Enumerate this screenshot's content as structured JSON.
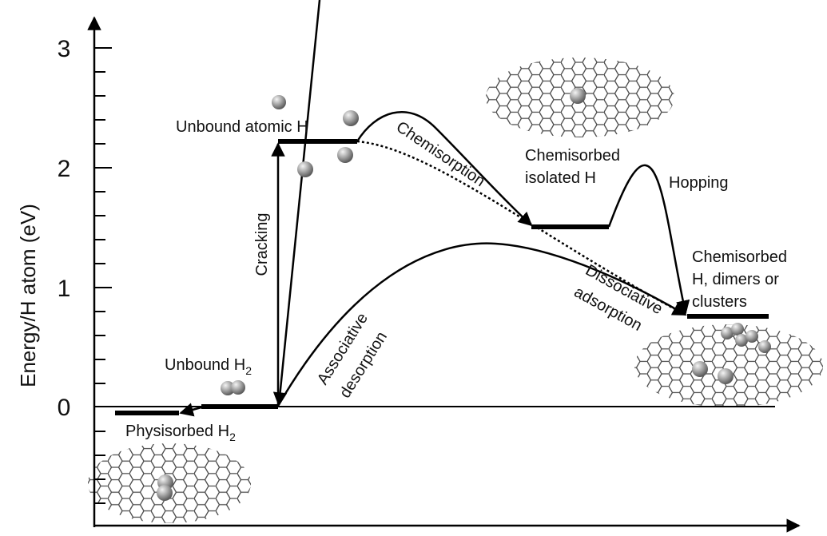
{
  "y_axis": {
    "label": "Energy/H atom (eV)",
    "ticks": [
      "3",
      "2",
      "1",
      "0"
    ]
  },
  "states": {
    "unbound_atomic_h": "Unbound atomic H",
    "unbound_h2_base": "Unbound H",
    "unbound_h2_sub": "2",
    "physisorbed_h2_base": "Physisorbed H",
    "physisorbed_h2_sub": "2",
    "chemisorbed_isolated_line1": "Chemisorbed",
    "chemisorbed_isolated_line2": "isolated H",
    "chemisorbed_clusters_line1": "Chemisorbed",
    "chemisorbed_clusters_line2": "H, dimers or",
    "chemisorbed_clusters_line3": "clusters"
  },
  "processes": {
    "cracking": "Cracking",
    "chemisorption": "Chemisorption",
    "hopping": "Hopping",
    "dissociative_line1": "Dissociative",
    "dissociative_line2": "adsorption",
    "associative_line1": "Associative",
    "associative_line2": "desorption"
  },
  "energy_levels_eV": {
    "physisorbed_h2": -0.05,
    "unbound_h2": 0,
    "unbound_atomic_h": 2.2,
    "chemisorbed_isolated_h": 1.5,
    "chemisorbed_clusters": 0.75,
    "chemisorption_barrier_peak": 2.45,
    "hopping_barrier_peak": 2.0,
    "dissociative_barrier_peak": 1.35
  },
  "colors": {
    "line": "#000000",
    "lattice": "#555555",
    "atom": "#9a9a9a"
  }
}
